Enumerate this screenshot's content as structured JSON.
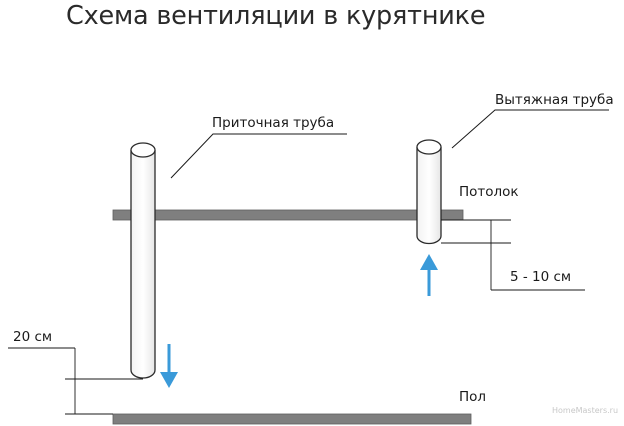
{
  "diagram": {
    "title": "Схема вентиляции в курятнике",
    "labels": {
      "supply_pipe": "Приточная труба",
      "exhaust_pipe": "Вытяжная труба",
      "ceiling": "Потолок",
      "floor": "Пол",
      "gap_ceiling": "5 - 10 см",
      "gap_floor": "20 см"
    },
    "watermark": "HomeMasters.ru",
    "colors": {
      "slab": "#7f7f7f",
      "pipe_outline": "#2b2b2b",
      "arrow": "#3a9ad9",
      "line": "#1a1a1a"
    },
    "icons": {
      "supply_flow": "arrow-down-icon",
      "exhaust_flow": "arrow-up-icon"
    }
  }
}
